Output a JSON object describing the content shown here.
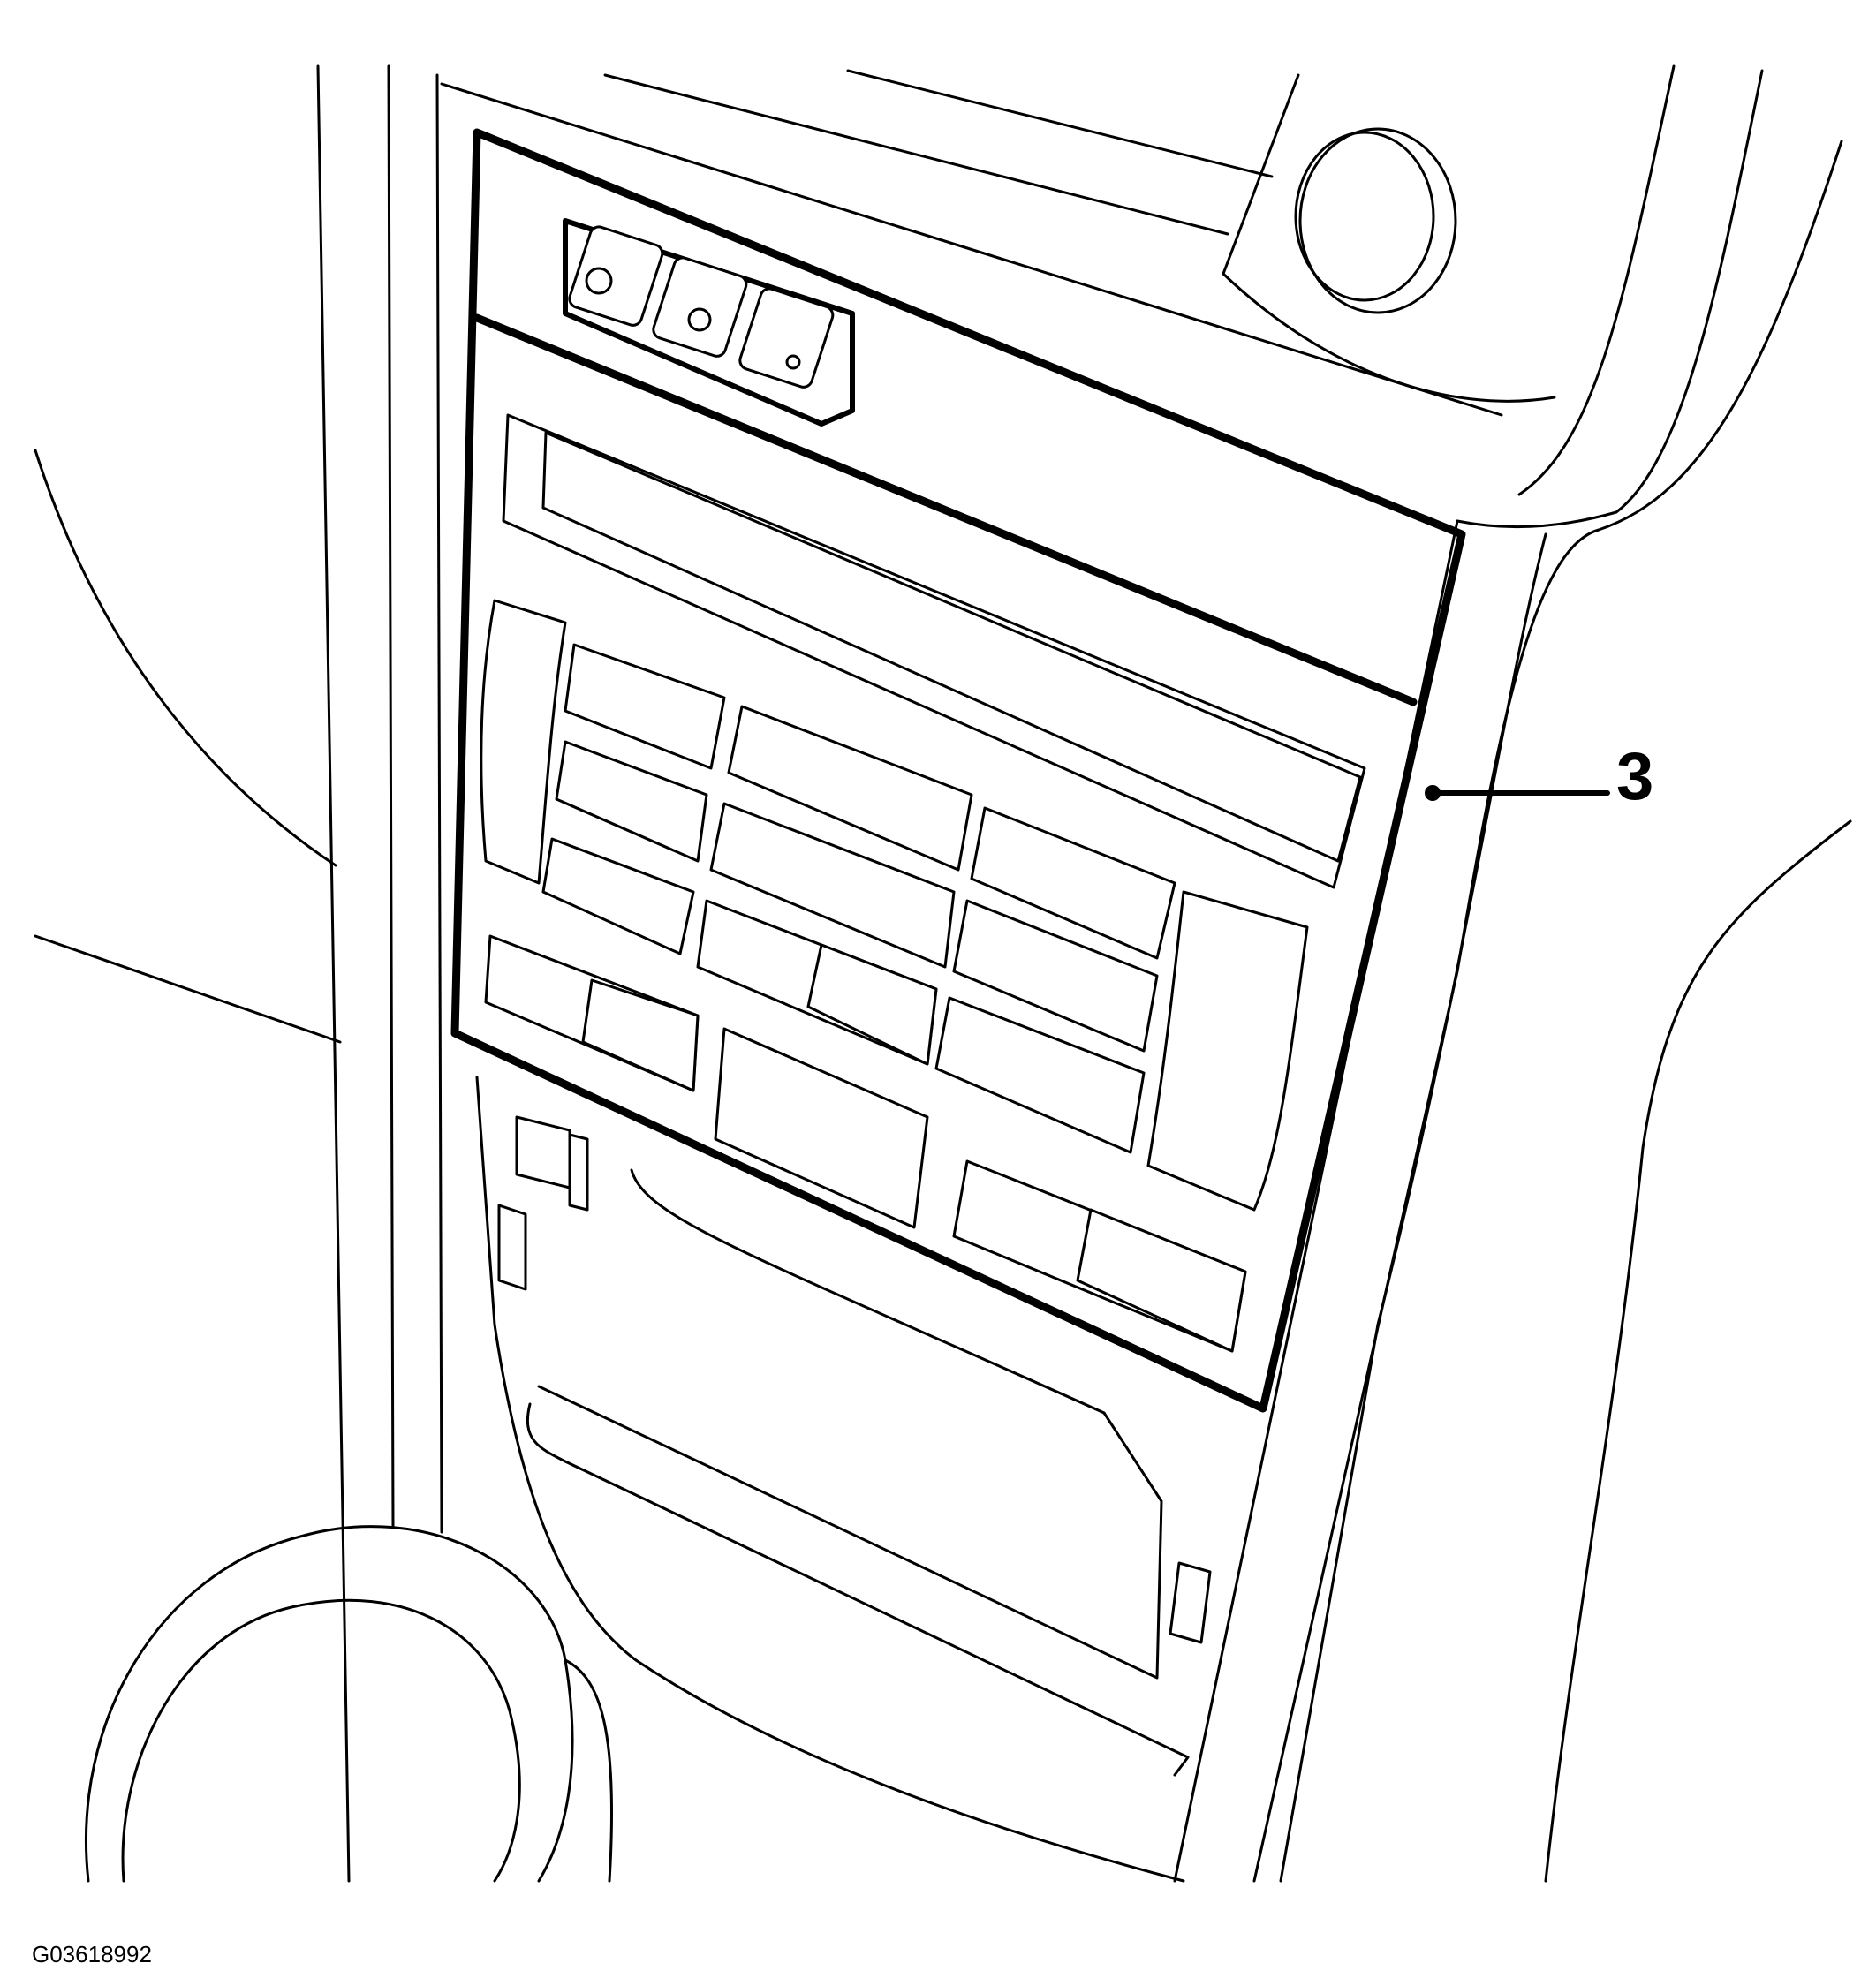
{
  "diagram": {
    "callouts": [
      {
        "id": "callout-3",
        "label": "3"
      }
    ],
    "figure_id": "G03618992",
    "colors": {
      "line": "#000000",
      "background": "#ffffff"
    }
  }
}
